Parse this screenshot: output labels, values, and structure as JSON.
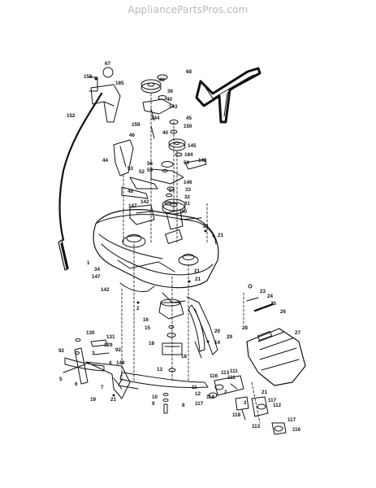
{
  "watermark": "AppliancePartsPros.com",
  "part_labels": [
    "67",
    "158",
    "185",
    "40",
    "36",
    "40",
    "68",
    "143",
    "152",
    "144",
    "45",
    "159",
    "150",
    "40",
    "46",
    "44",
    "145",
    "184",
    "148",
    "56",
    "55",
    "59",
    "53",
    "52",
    "146",
    "48",
    "54",
    "33",
    "32",
    "142",
    "147",
    "31",
    "30",
    "21",
    "21",
    "1",
    "34",
    "147",
    "2",
    "142",
    "21",
    "21",
    "23",
    "24",
    "25",
    "26",
    "27",
    "28",
    "29",
    "16",
    "20",
    "15",
    "18",
    "14",
    "18",
    "130",
    "131",
    "129",
    "92",
    "92",
    "3",
    "149",
    "4",
    "13",
    "11",
    "12",
    "116",
    "113",
    "111",
    "111",
    "5",
    "6",
    "7",
    "19",
    "21",
    "10",
    "9",
    "8",
    "117",
    "118",
    "2",
    "117",
    "118",
    "113",
    "117",
    "116",
    "21",
    "2",
    "112"
  ],
  "icons": {
    "hardware": "bolt-icon",
    "pulleys": "pulley-icon",
    "belt": "drive-belt-icon"
  }
}
